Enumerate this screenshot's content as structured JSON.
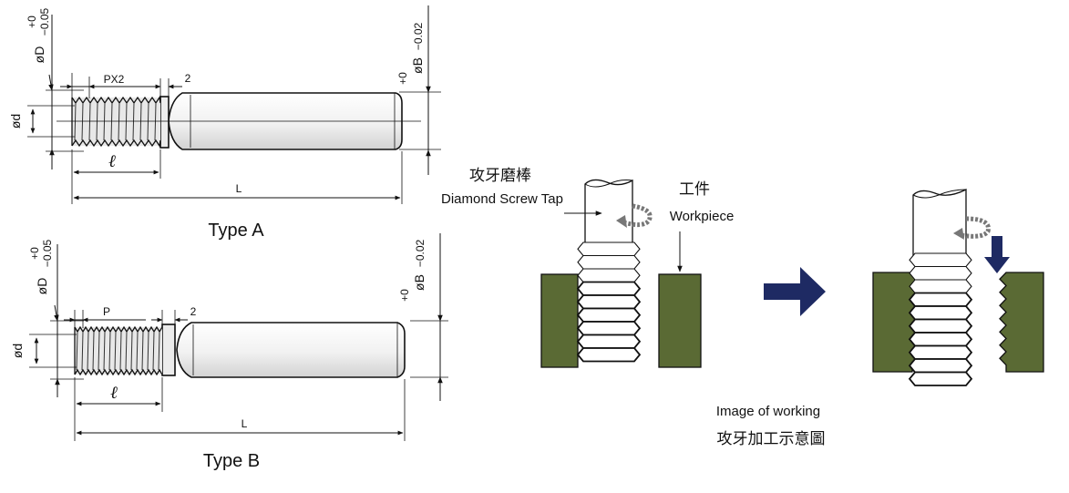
{
  "type_a": {
    "title": "Type A",
    "dims": {
      "diam_D": "øD",
      "diam_D_tol_upper": "+0",
      "diam_D_tol_lower": "−0.05",
      "pitch": "PX2",
      "shoulder": "2",
      "diam_B": "øB",
      "diam_B_tol_upper": "+0",
      "diam_B_tol_lower": "−0.02",
      "diam_d": "ød",
      "thread_len": "ℓ",
      "total_len": "L"
    }
  },
  "type_b": {
    "title": "Type B",
    "dims": {
      "diam_D": "øD",
      "diam_D_tol_upper": "+0",
      "diam_D_tol_lower": "−0.05",
      "pitch": "P",
      "shoulder": "2",
      "diam_B": "øB",
      "diam_B_tol_upper": "+0",
      "diam_B_tol_lower": "−0.02",
      "diam_d": "ød",
      "thread_len": "ℓ",
      "total_len": "L"
    }
  },
  "working": {
    "tool_label_zh": "攻牙磨棒",
    "tool_label_en": "Diamond Screw Tap",
    "workpiece_label_zh": "工件",
    "workpiece_label_en": "Workpiece",
    "caption_en": "Image of working",
    "caption_zh": "攻牙加工示意圖"
  },
  "colors": {
    "workpiece": "#5a6a34",
    "arrow": "#1e2a63",
    "line": "#111111"
  }
}
